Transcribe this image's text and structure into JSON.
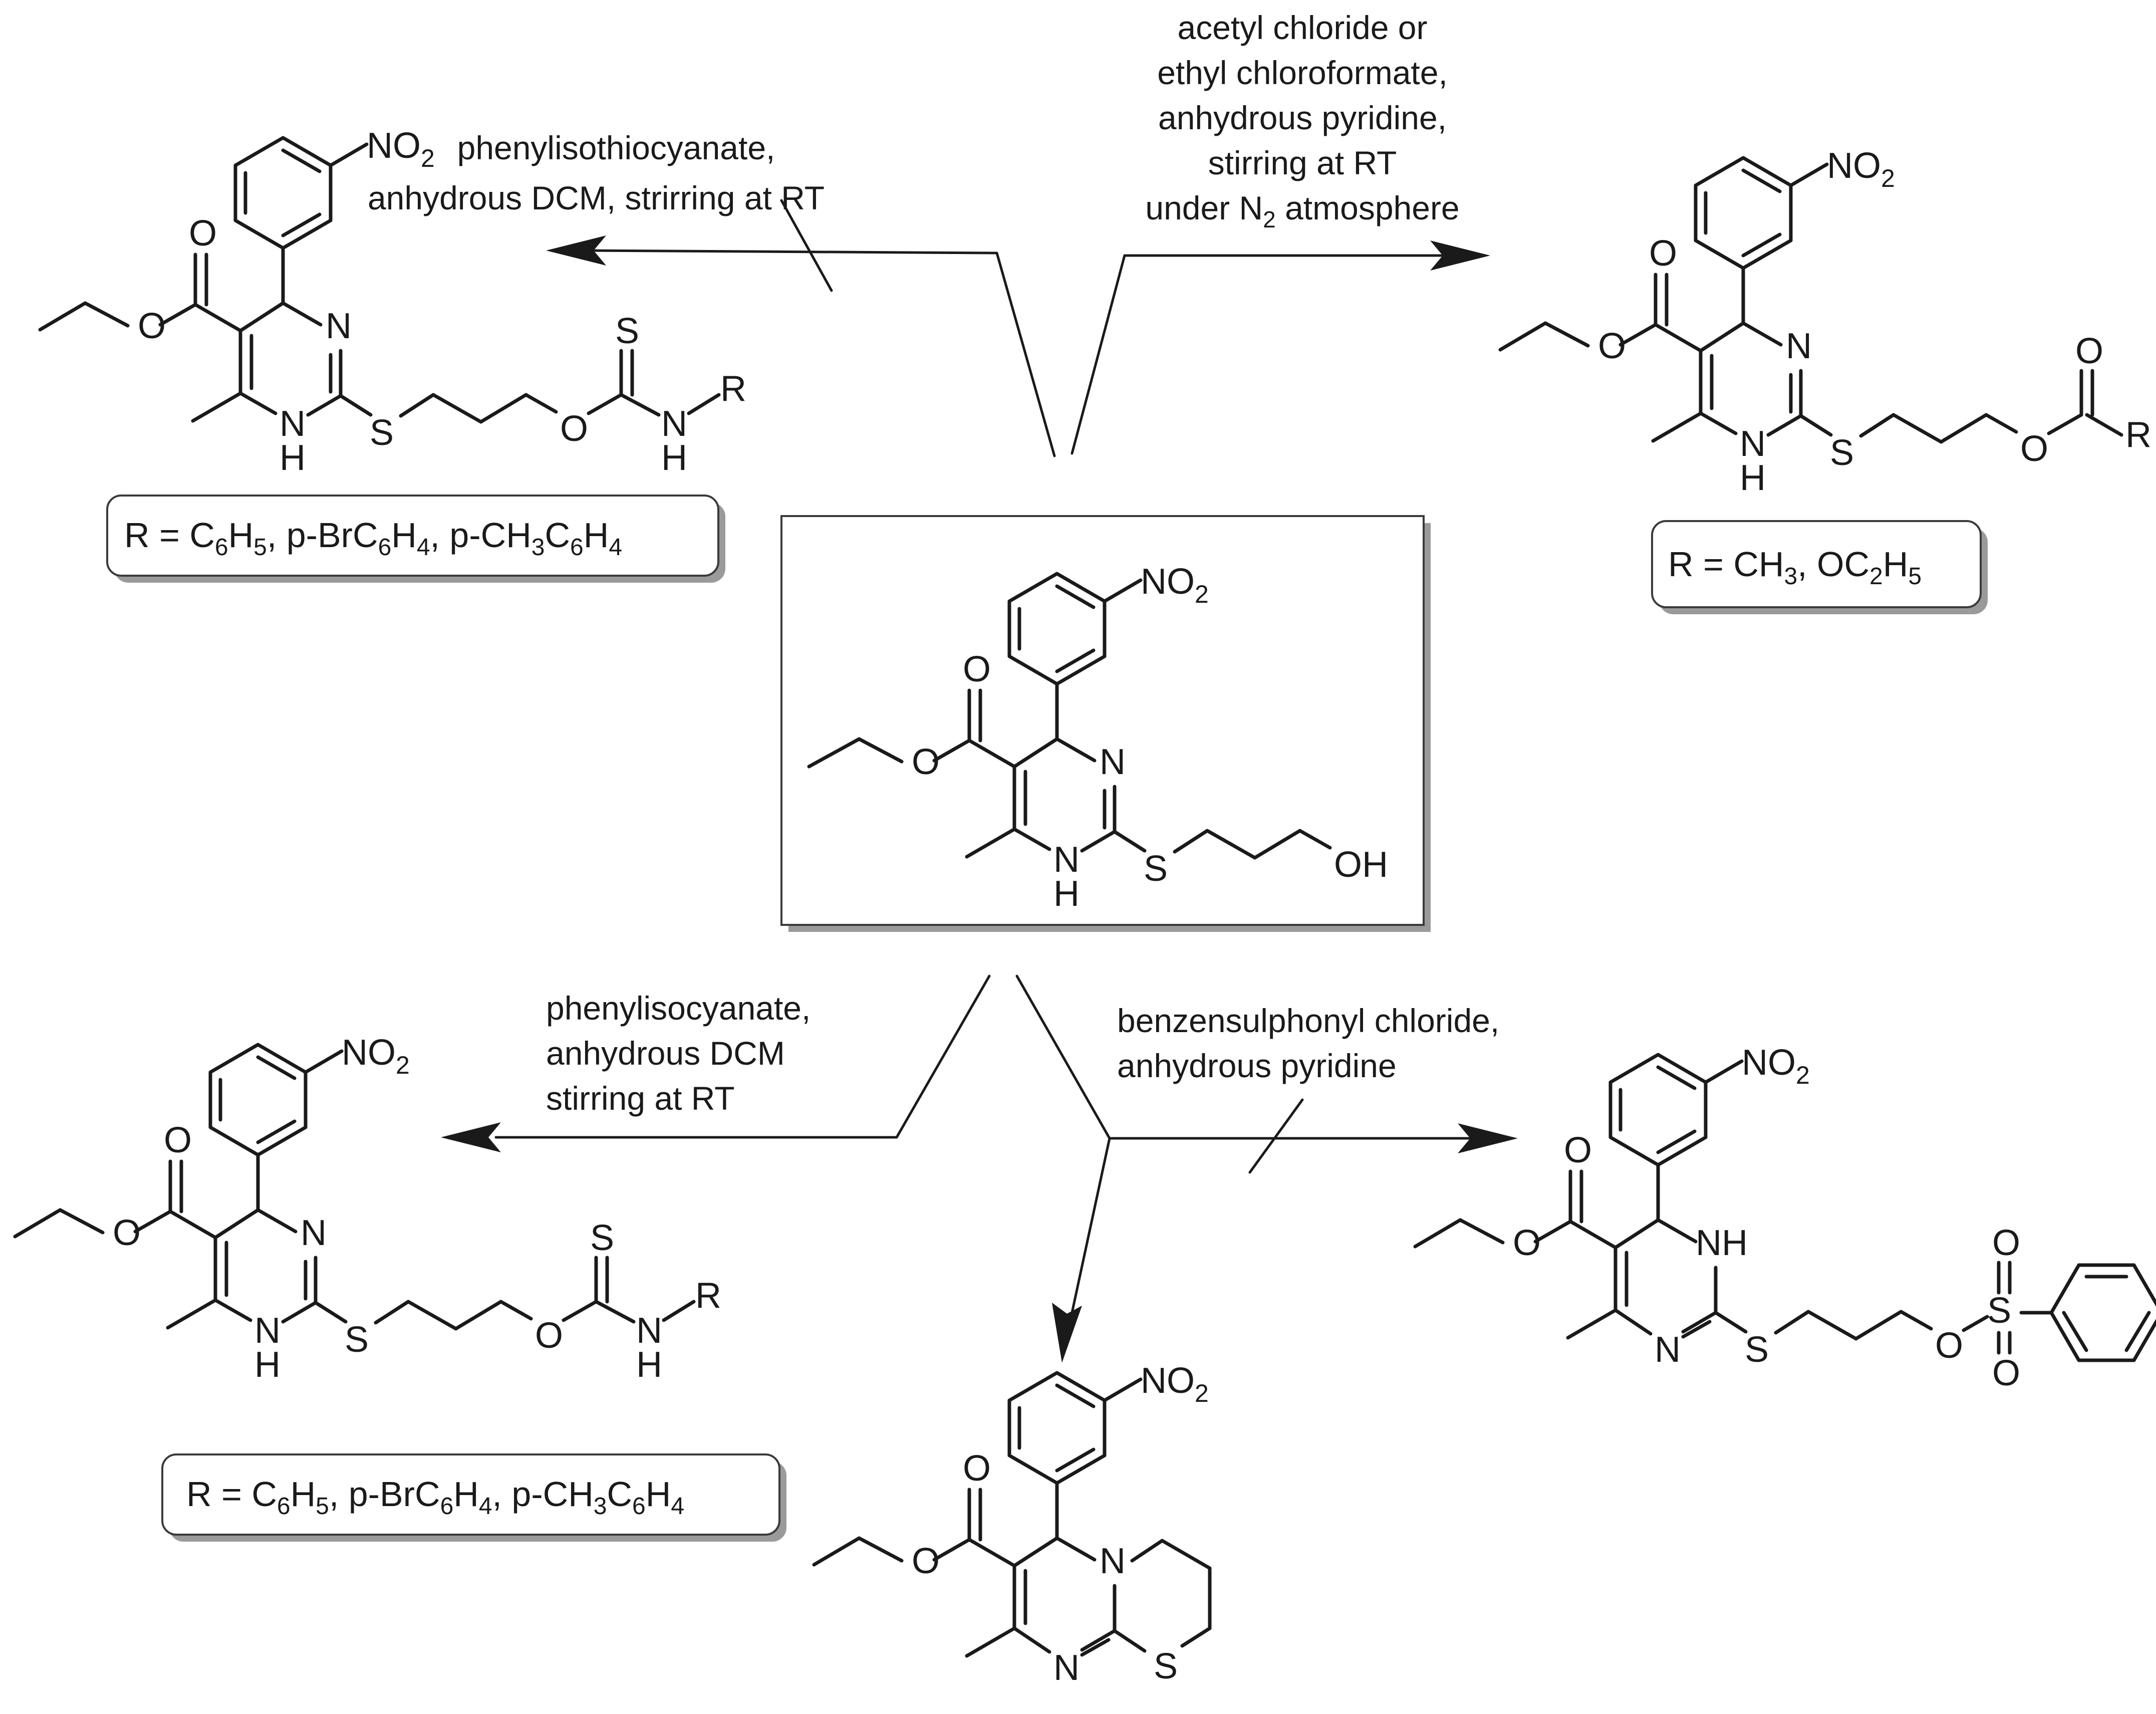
{
  "reactions": {
    "top_left": {
      "conditions": [
        "phenylisothiocyanate,",
        "anhydrous DCM, strirring at RT"
      ]
    },
    "top_right": {
      "conditions": [
        "acetyl chloride or",
        "ethyl chloroformate,",
        "anhydrous pyridine,",
        "stirring at RT",
        "under N",
        "2",
        " atmosphere"
      ]
    },
    "bottom_left": {
      "conditions": [
        "phenylisocyanate,",
        "anhydrous DCM",
        "stirring at RT"
      ]
    },
    "bottom_right": {
      "conditions": [
        "benzensulphonyl chloride,",
        "anhydrous pyridine"
      ]
    }
  },
  "r_groups": {
    "top_left": {
      "p1": "R = C",
      "s1": "6",
      "p2": "H",
      "s2": "5",
      "p3": ", p-BrC",
      "s3": "6",
      "p4": "H",
      "s4": "4",
      "p5": ", p-CH",
      "s5": "3",
      "p6": "C",
      "s6": "6",
      "p7": "H",
      "s7": "4"
    },
    "top_right": {
      "p1": "R = CH",
      "s1": "3",
      "p2": ", OC",
      "s2": "2",
      "p3": "H",
      "s3": "5"
    },
    "bottom_left": {
      "p1": "R = C",
      "s1": "6",
      "p2": "H",
      "s2": "5",
      "p3": ", p-BrC",
      "s3": "6",
      "p4": "H",
      "s4": "4",
      "p5": ", p-CH",
      "s5": "3",
      "p6": "C",
      "s6": "6",
      "p7": "H",
      "s7": "4"
    }
  },
  "atoms": {
    "no2_main": "NO",
    "no2_sub": "2",
    "O": "O",
    "N": "N",
    "NH_N": "N",
    "NH_H": "H",
    "S": "S",
    "OH": "OH",
    "R": "R",
    "NH": "NH"
  }
}
